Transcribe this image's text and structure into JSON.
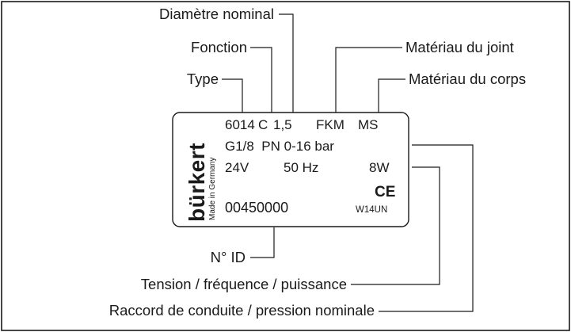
{
  "callouts": {
    "diametre_nominal": "Diamètre nominal",
    "fonction": "Fonction",
    "type": "Type",
    "materiau_joint": "Matériau du joint",
    "materiau_corps": "Matériau du corps",
    "n_id": "N° ID",
    "tension": "Tension / fréquence / puissance",
    "raccord": "Raccord de conduite / pression nominale"
  },
  "plate": {
    "brand": "bürkert",
    "made_in": "Made in Germany",
    "line1": {
      "type": "6014",
      "fonction": "C",
      "diametre": "1,5",
      "joint": "FKM",
      "corps": "MS"
    },
    "line2": "G1/8  PN 0-16 bar",
    "line3": {
      "tension": "24V",
      "frequence": "50 Hz",
      "puissance": "8W"
    },
    "ce_mark": "CE",
    "id_number": "00450000",
    "code": "W14UN"
  }
}
